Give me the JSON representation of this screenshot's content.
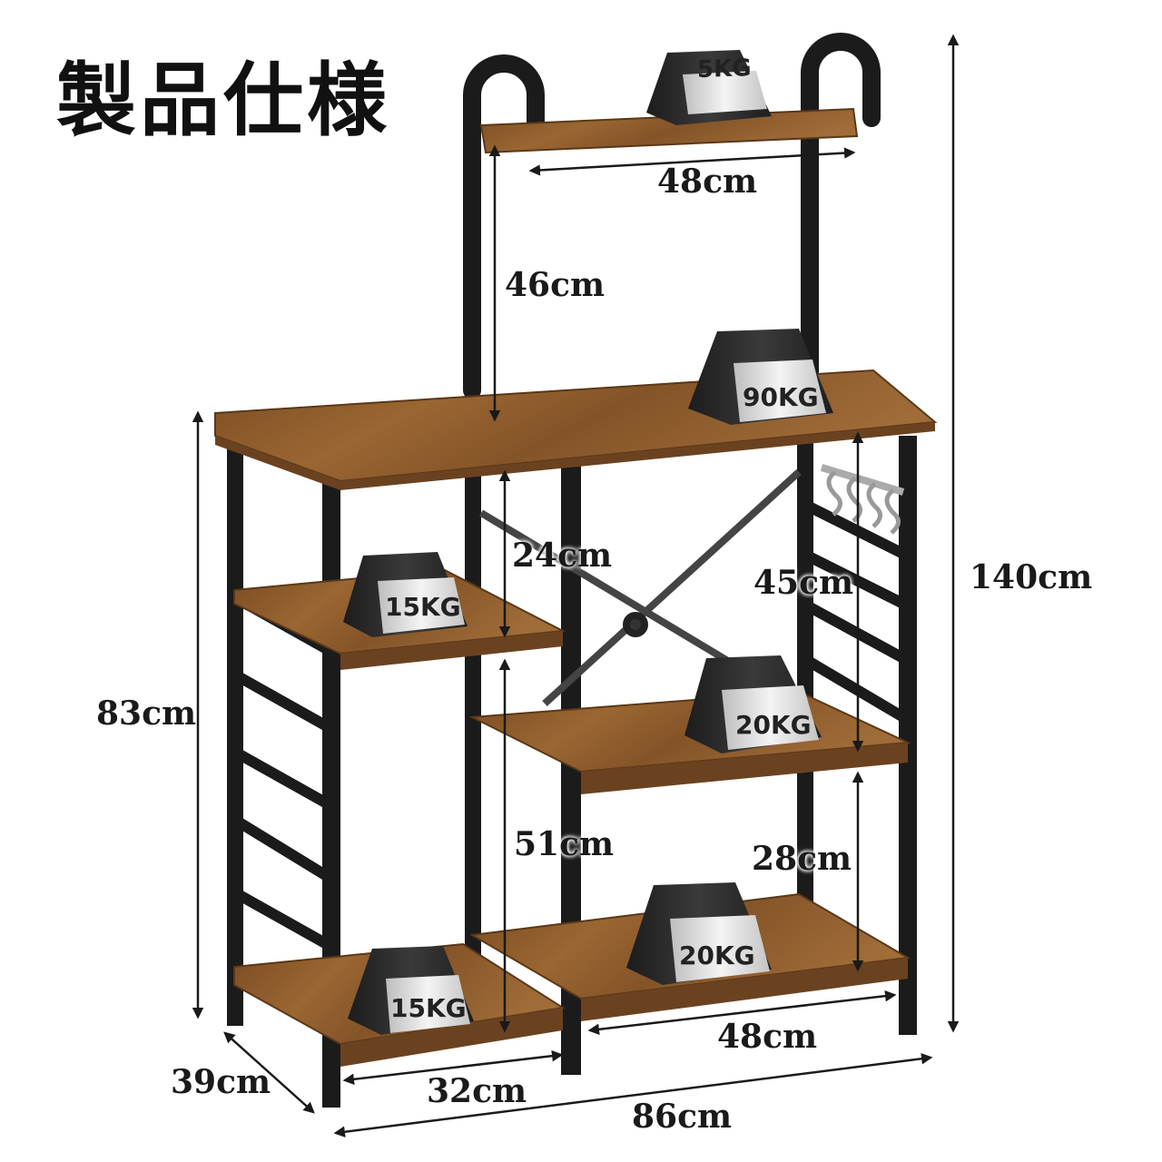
{
  "title": "製品仕様",
  "dimensions": {
    "top_shelf_width": "48cm",
    "hutch_height": "46cm",
    "left_upper_gap": "24cm",
    "right_upper_gap": "45cm",
    "left_lower_gap": "51cm",
    "right_lower_gap": "28cm",
    "table_height": "83cm",
    "total_height": "140cm",
    "depth": "39cm",
    "left_bay_width": "32cm",
    "right_bay_width": "48cm",
    "total_width": "86cm"
  },
  "loads": {
    "top_shelf": "5KG",
    "tabletop": "90KG",
    "left_upper_shelf": "15KG",
    "right_middle_shelf": "20KG",
    "right_bottom_shelf": "20KG",
    "left_bottom_shelf": "15KG"
  },
  "colors": {
    "wood": "#8a5a2b",
    "wood_dark": "#6b4220",
    "frame": "#1b1b1b",
    "weight": "#2a2a2a",
    "text": "#1a1a1a"
  }
}
